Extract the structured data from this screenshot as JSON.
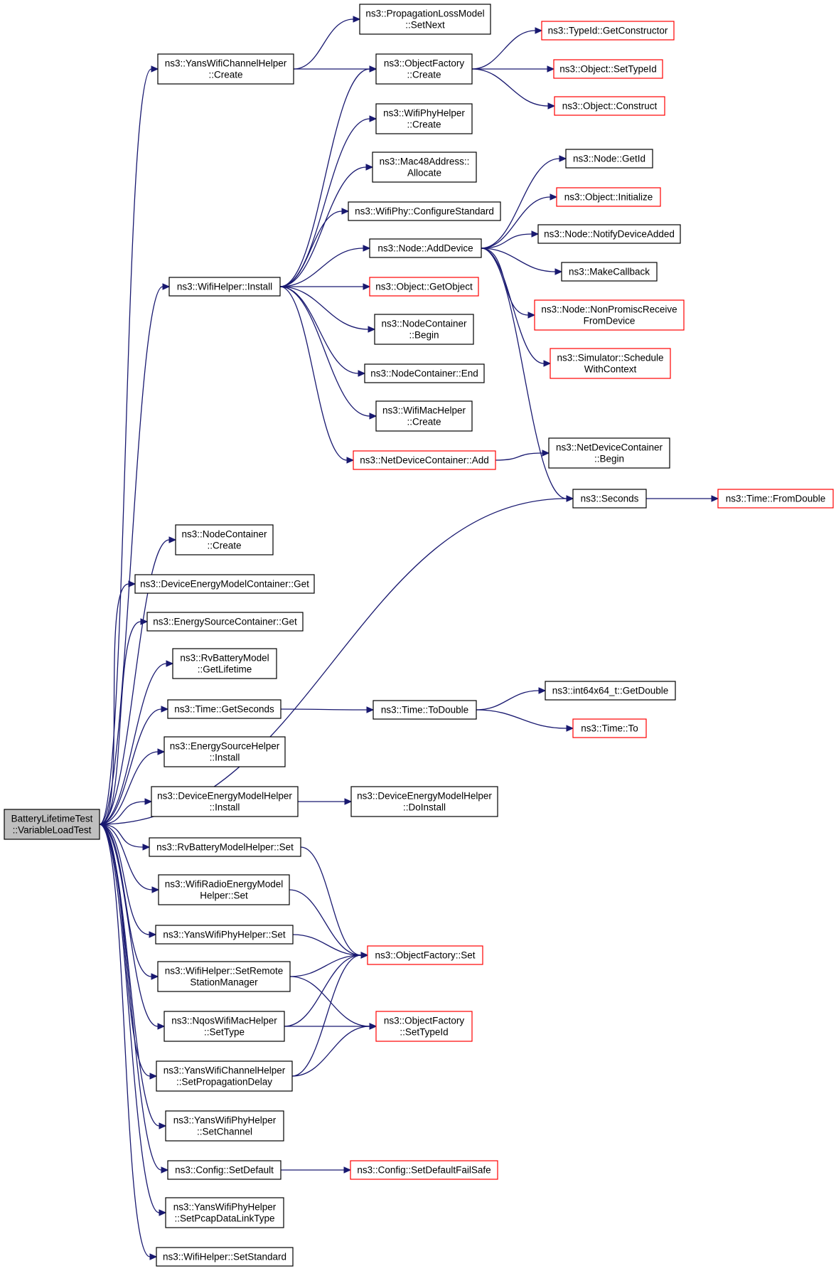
{
  "colors": {
    "edge": "#191970",
    "border": "#000000",
    "external_border": "#ff0000",
    "root_fill": "#bfbfbf"
  },
  "nodes": [
    {
      "id": "root",
      "lines": [
        "BatteryLifetimeTest",
        "::VariableLoadTest"
      ],
      "style": "root"
    },
    {
      "id": "yanschanhelper-create",
      "lines": [
        "ns3::YansWifiChannelHelper",
        "::Create"
      ],
      "style": "normal"
    },
    {
      "id": "proploss-setnext",
      "lines": [
        "ns3::PropagationLossModel",
        "::SetNext"
      ],
      "style": "normal"
    },
    {
      "id": "objfactory-create",
      "lines": [
        "ns3::ObjectFactory",
        "::Create"
      ],
      "style": "normal"
    },
    {
      "id": "typeid-getconstructor",
      "lines": [
        "ns3::TypeId::GetConstructor"
      ],
      "style": "red"
    },
    {
      "id": "object-settypeid",
      "lines": [
        "ns3::Object::SetTypeId"
      ],
      "style": "red"
    },
    {
      "id": "object-construct",
      "lines": [
        "ns3::Object::Construct"
      ],
      "style": "red"
    },
    {
      "id": "wifiphyhelper-create",
      "lines": [
        "ns3::WifiPhyHelper",
        "::Create"
      ],
      "style": "normal"
    },
    {
      "id": "mac48-allocate",
      "lines": [
        "ns3::Mac48Address::",
        "Allocate"
      ],
      "style": "normal"
    },
    {
      "id": "wifiphy-configstd",
      "lines": [
        "ns3::WifiPhy::ConfigureStandard"
      ],
      "style": "normal"
    },
    {
      "id": "node-getid",
      "lines": [
        "ns3::Node::GetId"
      ],
      "style": "normal"
    },
    {
      "id": "object-initialize",
      "lines": [
        "ns3::Object::Initialize"
      ],
      "style": "red"
    },
    {
      "id": "node-adddevice",
      "lines": [
        "ns3::Node::AddDevice"
      ],
      "style": "normal"
    },
    {
      "id": "node-notifydeviceadded",
      "lines": [
        "ns3::Node::NotifyDeviceAdded"
      ],
      "style": "normal"
    },
    {
      "id": "wifihelper-install",
      "lines": [
        "ns3::WifiHelper::Install"
      ],
      "style": "normal"
    },
    {
      "id": "object-getobject",
      "lines": [
        "ns3::Object::GetObject"
      ],
      "style": "red"
    },
    {
      "id": "makecallback",
      "lines": [
        "ns3::MakeCallback"
      ],
      "style": "normal"
    },
    {
      "id": "node-nonpromisc",
      "lines": [
        "ns3::Node::NonPromiscReceive",
        "FromDevice"
      ],
      "style": "red"
    },
    {
      "id": "nodecontainer-begin",
      "lines": [
        "ns3::NodeContainer",
        "::Begin"
      ],
      "style": "normal"
    },
    {
      "id": "simulator-schedulewithcontext",
      "lines": [
        "ns3::Simulator::Schedule",
        "WithContext"
      ],
      "style": "red"
    },
    {
      "id": "nodecontainer-end",
      "lines": [
        "ns3::NodeContainer::End"
      ],
      "style": "normal"
    },
    {
      "id": "wifimachelper-create",
      "lines": [
        "ns3::WifiMacHelper",
        "::Create"
      ],
      "style": "normal"
    },
    {
      "id": "netdevcontainer-begin",
      "lines": [
        "ns3::NetDeviceContainer",
        "::Begin"
      ],
      "style": "normal"
    },
    {
      "id": "netdevcontainer-add",
      "lines": [
        "ns3::NetDeviceContainer::Add"
      ],
      "style": "red"
    },
    {
      "id": "seconds",
      "lines": [
        "ns3::Seconds"
      ],
      "style": "normal"
    },
    {
      "id": "time-fromdouble",
      "lines": [
        "ns3::Time::FromDouble"
      ],
      "style": "red"
    },
    {
      "id": "nodecontainer-create",
      "lines": [
        "ns3::NodeContainer",
        "::Create"
      ],
      "style": "normal"
    },
    {
      "id": "devenergycontainer-get",
      "lines": [
        "ns3::DeviceEnergyModelContainer::Get"
      ],
      "style": "normal"
    },
    {
      "id": "energysrccontainer-get",
      "lines": [
        "ns3::EnergySourceContainer::Get"
      ],
      "style": "normal"
    },
    {
      "id": "rvbattery-getlifetime",
      "lines": [
        "ns3::RvBatteryModel",
        "::GetLifetime"
      ],
      "style": "normal"
    },
    {
      "id": "int64-getdouble",
      "lines": [
        "ns3::int64x64_t::GetDouble"
      ],
      "style": "normal"
    },
    {
      "id": "time-getseconds",
      "lines": [
        "ns3::Time::GetSeconds"
      ],
      "style": "normal"
    },
    {
      "id": "time-todouble",
      "lines": [
        "ns3::Time::ToDouble"
      ],
      "style": "normal"
    },
    {
      "id": "time-to",
      "lines": [
        "ns3::Time::To"
      ],
      "style": "red"
    },
    {
      "id": "energysrchelper-install",
      "lines": [
        "ns3::EnergySourceHelper",
        "::Install"
      ],
      "style": "normal"
    },
    {
      "id": "devenergyhelper-install",
      "lines": [
        "ns3::DeviceEnergyModelHelper",
        "::Install"
      ],
      "style": "normal"
    },
    {
      "id": "devenergyhelper-doinstall",
      "lines": [
        "ns3::DeviceEnergyModelHelper",
        "::DoInstall"
      ],
      "style": "normal"
    },
    {
      "id": "rvbatteryhelper-set",
      "lines": [
        "ns3::RvBatteryModelHelper::Set"
      ],
      "style": "normal"
    },
    {
      "id": "wifiradioenergy-set",
      "lines": [
        "ns3::WifiRadioEnergyModel",
        "Helper::Set"
      ],
      "style": "normal"
    },
    {
      "id": "yansphyhelper-set",
      "lines": [
        "ns3::YansWifiPhyHelper::Set"
      ],
      "style": "normal"
    },
    {
      "id": "objfactory-set",
      "lines": [
        "ns3::ObjectFactory::Set"
      ],
      "style": "red"
    },
    {
      "id": "wifihelper-setremote",
      "lines": [
        "ns3::WifiHelper::SetRemote",
        "StationManager"
      ],
      "style": "normal"
    },
    {
      "id": "nqoswifimac-settype",
      "lines": [
        "ns3::NqosWifiMacHelper",
        "::SetType"
      ],
      "style": "normal"
    },
    {
      "id": "objfactory-settypeid",
      "lines": [
        "ns3::ObjectFactory",
        "::SetTypeId"
      ],
      "style": "red"
    },
    {
      "id": "yanschanhelper-setpropdelay",
      "lines": [
        "ns3::YansWifiChannelHelper",
        "::SetPropagationDelay"
      ],
      "style": "normal"
    },
    {
      "id": "yansphyhelper-setchannel",
      "lines": [
        "ns3::YansWifiPhyHelper",
        "::SetChannel"
      ],
      "style": "normal"
    },
    {
      "id": "config-setdefault",
      "lines": [
        "ns3::Config::SetDefault"
      ],
      "style": "normal"
    },
    {
      "id": "config-setdefaultfailsafe",
      "lines": [
        "ns3::Config::SetDefaultFailSafe"
      ],
      "style": "red"
    },
    {
      "id": "yansphyhelper-setpcap",
      "lines": [
        "ns3::YansWifiPhyHelper",
        "::SetPcapDataLinkType"
      ],
      "style": "normal"
    },
    {
      "id": "wifihelper-setstandard",
      "lines": [
        "ns3::WifiHelper::SetStandard"
      ],
      "style": "normal"
    }
  ],
  "edges": [
    [
      "root",
      "yanschanhelper-create"
    ],
    [
      "root",
      "wifihelper-install"
    ],
    [
      "root",
      "seconds"
    ],
    [
      "root",
      "nodecontainer-create"
    ],
    [
      "root",
      "devenergycontainer-get"
    ],
    [
      "root",
      "energysrccontainer-get"
    ],
    [
      "root",
      "rvbattery-getlifetime"
    ],
    [
      "root",
      "time-getseconds"
    ],
    [
      "root",
      "energysrchelper-install"
    ],
    [
      "root",
      "devenergyhelper-install"
    ],
    [
      "root",
      "rvbatteryhelper-set"
    ],
    [
      "root",
      "wifiradioenergy-set"
    ],
    [
      "root",
      "yansphyhelper-set"
    ],
    [
      "root",
      "wifihelper-setremote"
    ],
    [
      "root",
      "nqoswifimac-settype"
    ],
    [
      "root",
      "yanschanhelper-setpropdelay"
    ],
    [
      "root",
      "yansphyhelper-setchannel"
    ],
    [
      "root",
      "config-setdefault"
    ],
    [
      "root",
      "yansphyhelper-setpcap"
    ],
    [
      "root",
      "wifihelper-setstandard"
    ],
    [
      "yanschanhelper-create",
      "proploss-setnext"
    ],
    [
      "yanschanhelper-create",
      "objfactory-create"
    ],
    [
      "objfactory-create",
      "typeid-getconstructor"
    ],
    [
      "objfactory-create",
      "object-settypeid"
    ],
    [
      "objfactory-create",
      "object-construct"
    ],
    [
      "wifihelper-install",
      "objfactory-create"
    ],
    [
      "wifihelper-install",
      "wifiphyhelper-create"
    ],
    [
      "wifihelper-install",
      "mac48-allocate"
    ],
    [
      "wifihelper-install",
      "wifiphy-configstd"
    ],
    [
      "wifihelper-install",
      "node-adddevice"
    ],
    [
      "wifihelper-install",
      "object-getobject"
    ],
    [
      "wifihelper-install",
      "nodecontainer-begin"
    ],
    [
      "wifihelper-install",
      "nodecontainer-end"
    ],
    [
      "wifihelper-install",
      "wifimachelper-create"
    ],
    [
      "wifihelper-install",
      "netdevcontainer-add"
    ],
    [
      "node-adddevice",
      "node-getid"
    ],
    [
      "node-adddevice",
      "object-initialize"
    ],
    [
      "node-adddevice",
      "node-notifydeviceadded"
    ],
    [
      "node-adddevice",
      "makecallback"
    ],
    [
      "node-adddevice",
      "node-nonpromisc"
    ],
    [
      "node-adddevice",
      "simulator-schedulewithcontext"
    ],
    [
      "node-adddevice",
      "seconds"
    ],
    [
      "netdevcontainer-add",
      "netdevcontainer-begin"
    ],
    [
      "seconds",
      "time-fromdouble"
    ],
    [
      "time-getseconds",
      "time-todouble"
    ],
    [
      "time-todouble",
      "int64-getdouble"
    ],
    [
      "time-todouble",
      "time-to"
    ],
    [
      "devenergyhelper-install",
      "devenergyhelper-doinstall"
    ],
    [
      "rvbatteryhelper-set",
      "objfactory-set"
    ],
    [
      "wifiradioenergy-set",
      "objfactory-set"
    ],
    [
      "yansphyhelper-set",
      "objfactory-set"
    ],
    [
      "wifihelper-setremote",
      "objfactory-set"
    ],
    [
      "wifihelper-setremote",
      "objfactory-settypeid"
    ],
    [
      "nqoswifimac-settype",
      "objfactory-set"
    ],
    [
      "nqoswifimac-settype",
      "objfactory-settypeid"
    ],
    [
      "yanschanhelper-setpropdelay",
      "objfactory-set"
    ],
    [
      "yanschanhelper-setpropdelay",
      "objfactory-settypeid"
    ],
    [
      "config-setdefault",
      "config-setdefaultfailsafe"
    ]
  ]
}
